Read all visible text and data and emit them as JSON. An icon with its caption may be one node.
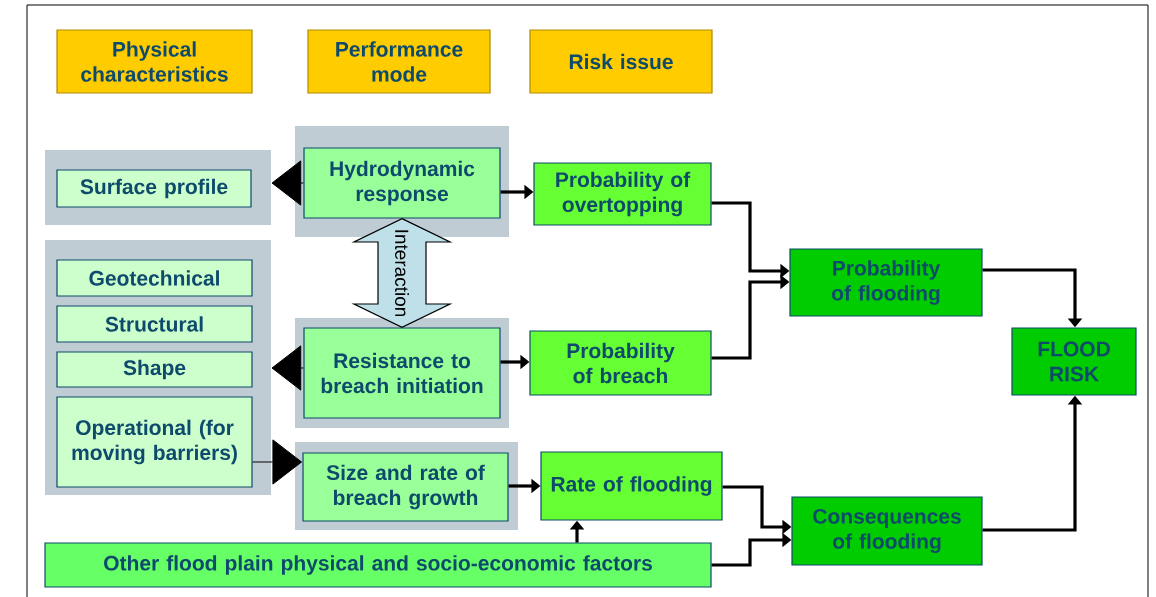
{
  "diagram": {
    "nodes": [
      {
        "text": [
          "Physical characteristics"
        ]
      },
      {
        "text": [
          "Performance mode"
        ]
      },
      {
        "text": [
          "Risk issue"
        ]
      },
      {
        "text": [],
        "shape": "box"
      },
      {
        "text": [
          "Surface profile"
        ],
        "in": 3
      },
      {
        "text": [],
        "shape": "box"
      },
      {
        "text": [
          "Geotechnical"
        ],
        "in": 5
      },
      {
        "text": [
          "Structural"
        ],
        "in": 5
      },
      {
        "text": [
          "Shape"
        ],
        "in": 5
      },
      {
        "text": [
          "Operational (for moving barriers)"
        ],
        "in": 5
      },
      {
        "text": [],
        "shape": "box"
      },
      {
        "text": [
          "Hydrodynamic response"
        ],
        "in": 10
      },
      {
        "text": [],
        "shape": "box"
      },
      {
        "text": [
          "Resistance to breach initiation"
        ],
        "in": 12
      },
      {
        "text": [],
        "shape": "box"
      },
      {
        "text": [
          "Size and rate of breach growth"
        ],
        "in": 14
      },
      {
        "text": [
          "Probability of overtopping"
        ]
      },
      {
        "text": [
          "Probability of breach"
        ]
      },
      {
        "text": [
          "Rate of flooding"
        ]
      },
      {
        "text": [
          "Other flood plain physical and socio-economic factors"
        ]
      },
      {
        "text": [
          "Probability of flooding"
        ]
      },
      {
        "text": [
          "Consequences of flooding"
        ]
      },
      {
        "text": [
          "FLOOD RISK"
        ]
      }
    ],
    "edges": [
      {
        "from": 11,
        "to": 3,
        "arrow": "to"
      },
      {
        "from": 13,
        "to": 5,
        "arrow": "to"
      },
      {
        "from": 9,
        "to": 15,
        "arrow": "to"
      },
      {
        "from": 11,
        "to": 16,
        "arrow": "to"
      },
      {
        "from": 13,
        "to": 17,
        "arrow": "to"
      },
      {
        "from": 15,
        "to": 18,
        "arrow": "to"
      },
      {
        "from": 19,
        "to": 18,
        "arrow": "to"
      },
      {
        "from": 16,
        "to": 20,
        "arrow": "to"
      },
      {
        "from": 17,
        "to": 20,
        "arrow": "to"
      },
      {
        "from": 18,
        "to": 21,
        "arrow": "to"
      },
      {
        "from": 19,
        "to": 21,
        "arrow": "to"
      },
      {
        "from": 20,
        "to": 22,
        "arrow": "to"
      },
      {
        "from": 21,
        "to": 22,
        "arrow": "to"
      },
      {
        "from": 11,
        "to": 13,
        "arrow": "both",
        "label": "Interaction"
      }
    ]
  }
}
